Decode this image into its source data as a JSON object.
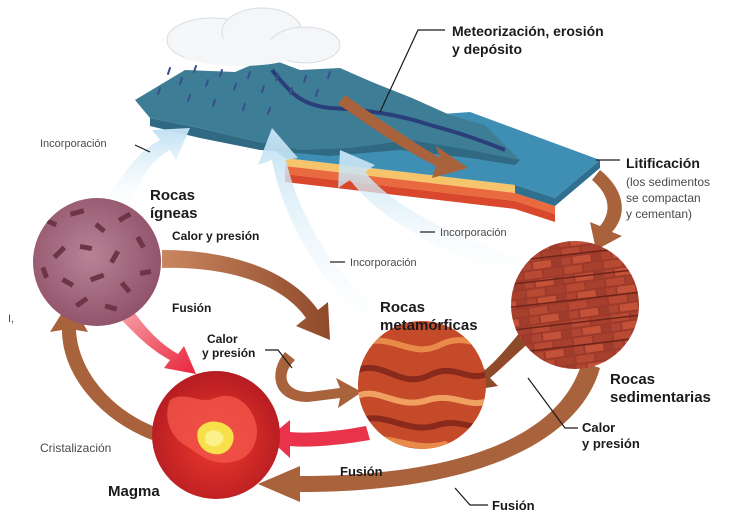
{
  "labels": {
    "weathering_line1": "Meteorización, erosión",
    "weathering_line2": "y depósito",
    "lithification_title": "Litificación",
    "lithification_note1": "(los sedimentos",
    "lithification_note2": "se compactan",
    "lithification_note3": "y cementan)",
    "incorporation_left": "Incorporación",
    "incorporation_mid": "Incorporación",
    "incorporation_right": "Incorporación",
    "igneous_line1": "Rocas",
    "igneous_line2": "ígneas",
    "heat_pressure_top": "Calor y presión",
    "fusion_igneous": "Fusión",
    "heat_pressure_mid_line1": "Calor",
    "heat_pressure_mid_line2": "y presión",
    "metamorphic_line1": "Rocas",
    "metamorphic_line2": "metamórficas",
    "sedimentary_line1": "Rocas",
    "sedimentary_line2": "sedimentarias",
    "heat_pressure_sed_line1": "Calor",
    "heat_pressure_sed_line2": "y presión",
    "fusion_metamorphic": "Fusión",
    "fusion_bottom": "Fusión",
    "crystallization": "Cristalización",
    "magma": "Magma",
    "stray_mark": "I,"
  },
  "colors": {
    "mountain": "#3d7e96",
    "ocean": "#3f8fb4",
    "cloud": "#f4f6f8",
    "rain": "#3a4f8c",
    "sediment_layers": [
      "#f6c46a",
      "#e86a3e",
      "#d9482c"
    ],
    "incorporation_arrow": "#cfe8f6",
    "process_arrow": "#a8623c",
    "fusion_arrow": "#e8334a",
    "igneous_rock": "#a86e82",
    "metamorphic_rock": "#c54a2a",
    "sedimentary_rock": "#9a3a2a",
    "magma": "#d8262a",
    "magma_core": "#f7e04a"
  }
}
